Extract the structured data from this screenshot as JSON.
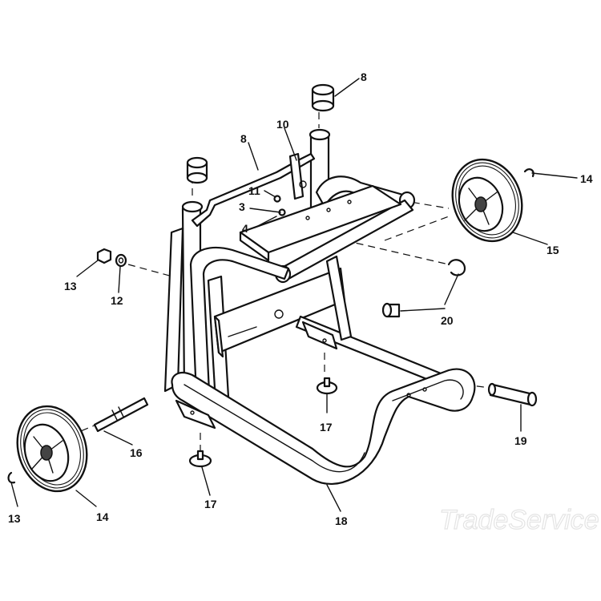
{
  "callouts": [
    "8",
    "10",
    "8",
    "11",
    "3",
    "4",
    "14",
    "15",
    "13",
    "12",
    "20",
    "17",
    "16",
    "13",
    "14",
    "17",
    "18",
    "19"
  ],
  "watermark": "TradeService"
}
